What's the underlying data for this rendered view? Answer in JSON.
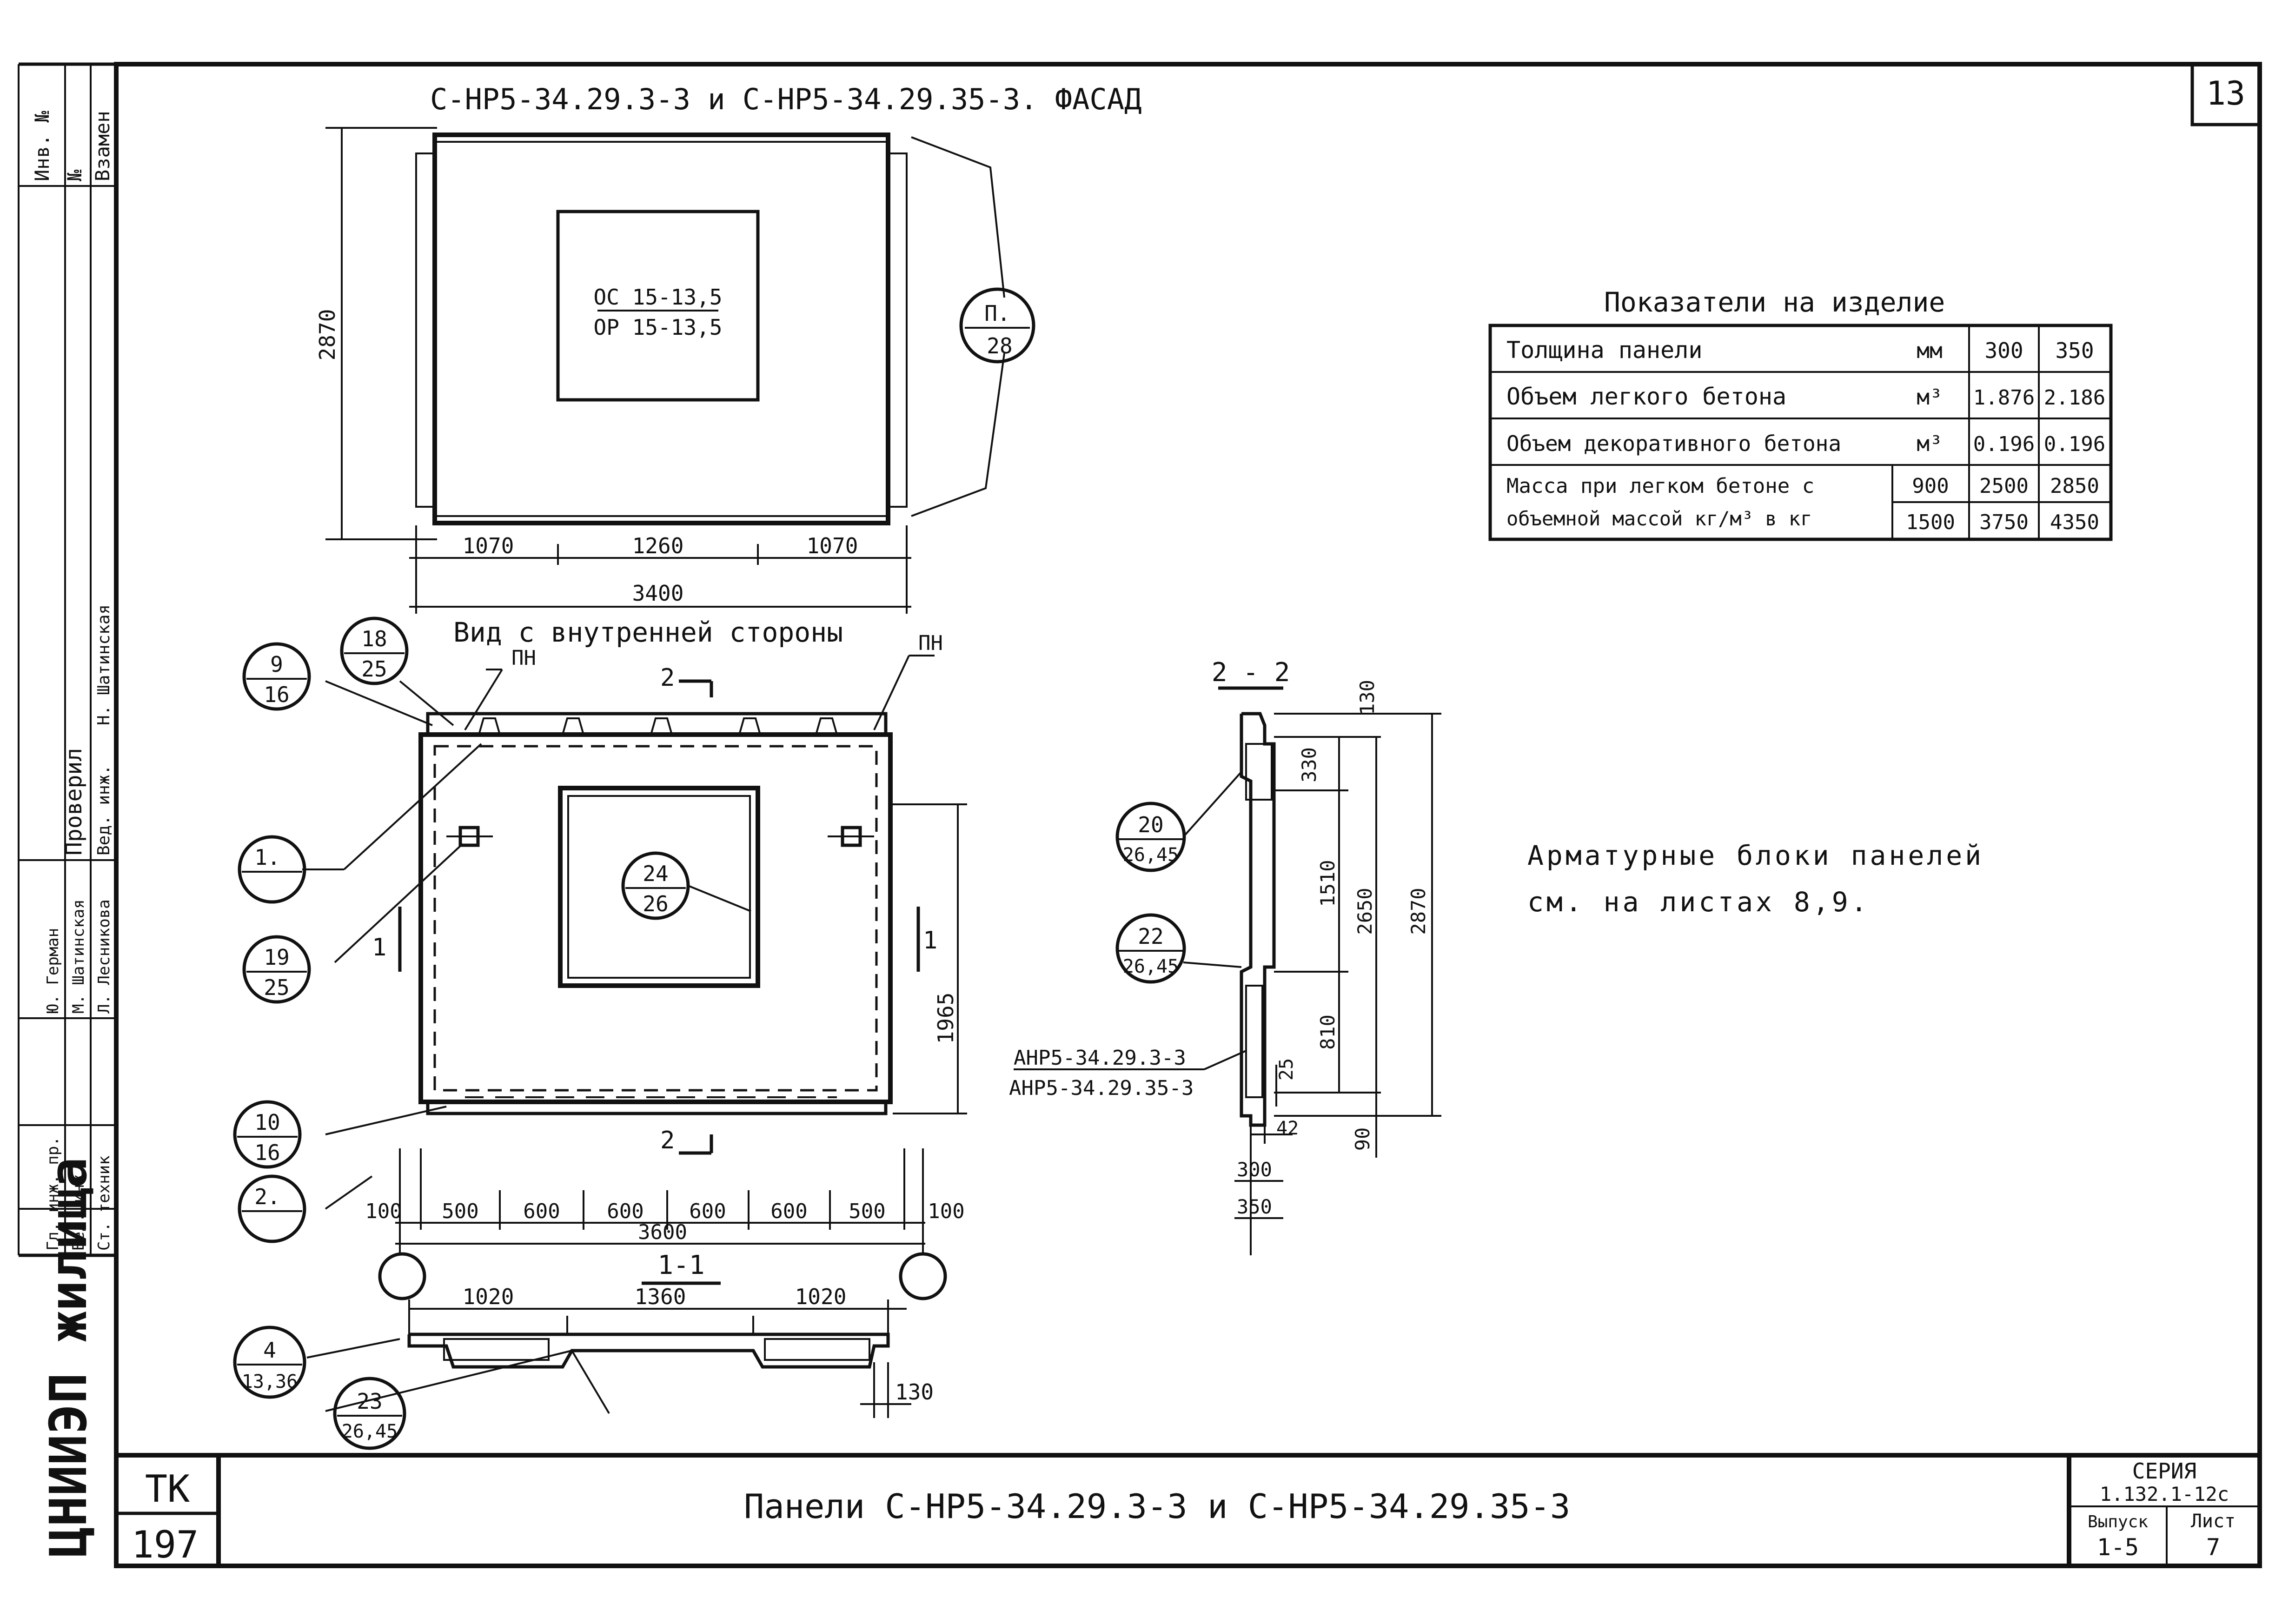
{
  "sheet": {
    "sheet_number": "13",
    "facade_title": "С-НР5-34.29.3-3 и С-НР5-34.29.35-3. ФАСАД",
    "inner_view_title": "Вид с внутренней стороны",
    "section_2_2": "2 - 2",
    "section_1_1": "1-1",
    "window_label_1": "ОС 15-13,5",
    "window_label_2": "ОР 15-13,5",
    "pn": "ПН",
    "note_line_1": "Арматурные блоки панелей",
    "note_line_2": "см. на листах 8,9.",
    "block_label_1": "АНР5-34.29.3-3",
    "block_label_2": "АНР5-34.29.35-3",
    "main_title": "Панели   С-НР5-34.29.3-3  и  С-НР5-34.29.35-3",
    "tk_label": "ТК",
    "tk_number": "197",
    "series_label": "СЕРИЯ",
    "series_value": "1.132.1-12с",
    "issue_label": "Выпуск",
    "issue_value": "1-5",
    "list_label": "Лист",
    "list_value": "7",
    "org": "ЦНИИЭП жилища"
  },
  "indicators": {
    "title": "Показатели на изделие",
    "rows": [
      {
        "label": "Толщина  панели",
        "unit": "мм",
        "a": "300",
        "b": "350"
      },
      {
        "label": "Объем легкого бетона",
        "unit": "м³",
        "a": "1.876",
        "b": "2.186"
      },
      {
        "label": "Объем декоративного бетона",
        "unit": "м³",
        "a": "0.196",
        "b": "0.196"
      }
    ],
    "mass_label_1": "Масса при легком бетоне с",
    "mass_label_2": "объемной массой кг/м³ в кг",
    "mass_rows": [
      {
        "density": "900",
        "a": "2500",
        "b": "2850"
      },
      {
        "density": "1500",
        "a": "3750",
        "b": "4350"
      }
    ]
  },
  "dimensions": {
    "facade_height": "2870",
    "facade_bottom": [
      "1070",
      "1260",
      "1070"
    ],
    "facade_total": "3400",
    "inner_bottom": [
      "100",
      "500",
      "600",
      "600",
      "600",
      "600",
      "500",
      "100"
    ],
    "inner_total": "3600",
    "inner_right": "1965",
    "section_bottom": [
      "1020",
      "1360",
      "1020"
    ],
    "section_depth": "130",
    "s22_dims": [
      "130",
      "330",
      "1510",
      "2650",
      "2870",
      "810",
      "25",
      "42",
      "90"
    ],
    "thickness": [
      "300",
      "350"
    ]
  },
  "callouts": [
    {
      "top": "П.",
      "bottom": "28"
    },
    {
      "top": "9",
      "bottom": "16"
    },
    {
      "top": "18",
      "bottom": "25"
    },
    {
      "top": "1.",
      "bottom": ""
    },
    {
      "top": "19",
      "bottom": "25"
    },
    {
      "top": "24",
      "bottom": "26"
    },
    {
      "top": "10",
      "bottom": "16"
    },
    {
      "top": "2.",
      "bottom": ""
    },
    {
      "top": "4",
      "bottom": "13,36"
    },
    {
      "top": "23",
      "bottom": "26,45"
    },
    {
      "top": "20",
      "bottom": "26,45"
    },
    {
      "top": "22",
      "bottom": "26,45"
    }
  ],
  "cut_marks": {
    "one": "1",
    "two": "2"
  },
  "stamp": {
    "left_header": [
      "Инв. №",
      "№",
      "Взамен"
    ],
    "roles": [
      "Гл. инж. пр.",
      "Вед. инж.",
      "Ст. техник"
    ],
    "names": [
      "Ю. Герман",
      "М. Шатинская",
      "Л. Лесникова"
    ],
    "checked_label": "Проверил",
    "checked_roles": [
      "Вед. инж."
    ],
    "checked_names": [
      "Н. Шатинская"
    ]
  }
}
